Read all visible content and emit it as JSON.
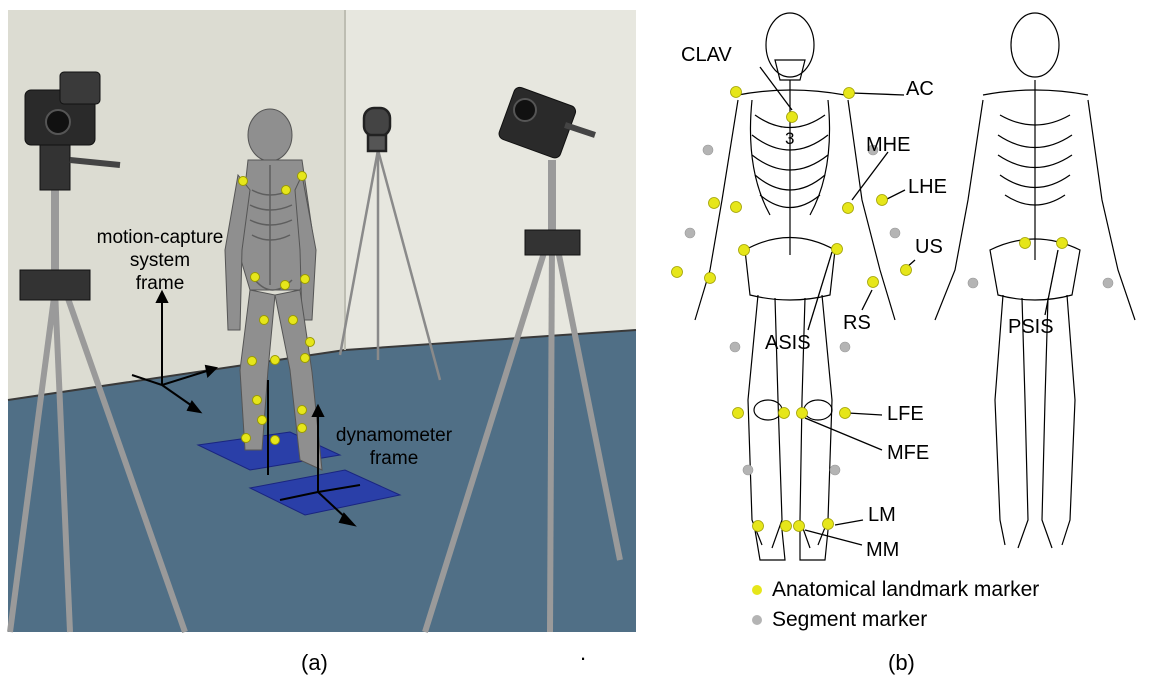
{
  "panel_a": {
    "caption": "(a)",
    "motion_capture_label": [
      "motion-capture",
      "system",
      "frame"
    ],
    "dynamometer_label": [
      "dynamometer",
      "frame"
    ]
  },
  "separator_dot": ".",
  "panel_b": {
    "caption": "(b)",
    "landmarks": {
      "clav": "CLAV",
      "ac": "AC",
      "three": "3",
      "mhe": "MHE",
      "lhe": "LHE",
      "us": "US",
      "rs": "RS",
      "asis": "ASIS",
      "psis": "PSIS",
      "lfe": "LFE",
      "mfe": "MFE",
      "lm": "LM",
      "mm": "MM"
    },
    "legend": {
      "anatomical": "Anatomical landmark marker",
      "segment": "Segment marker"
    }
  },
  "colors": {
    "landmark_marker": "#e6e61a",
    "segment_marker": "#b4b4b4",
    "floor": "#506f86",
    "wall_left": "#dcdcd2",
    "wall_right": "#e6e6de",
    "force_plate": "#2a3fa8"
  }
}
